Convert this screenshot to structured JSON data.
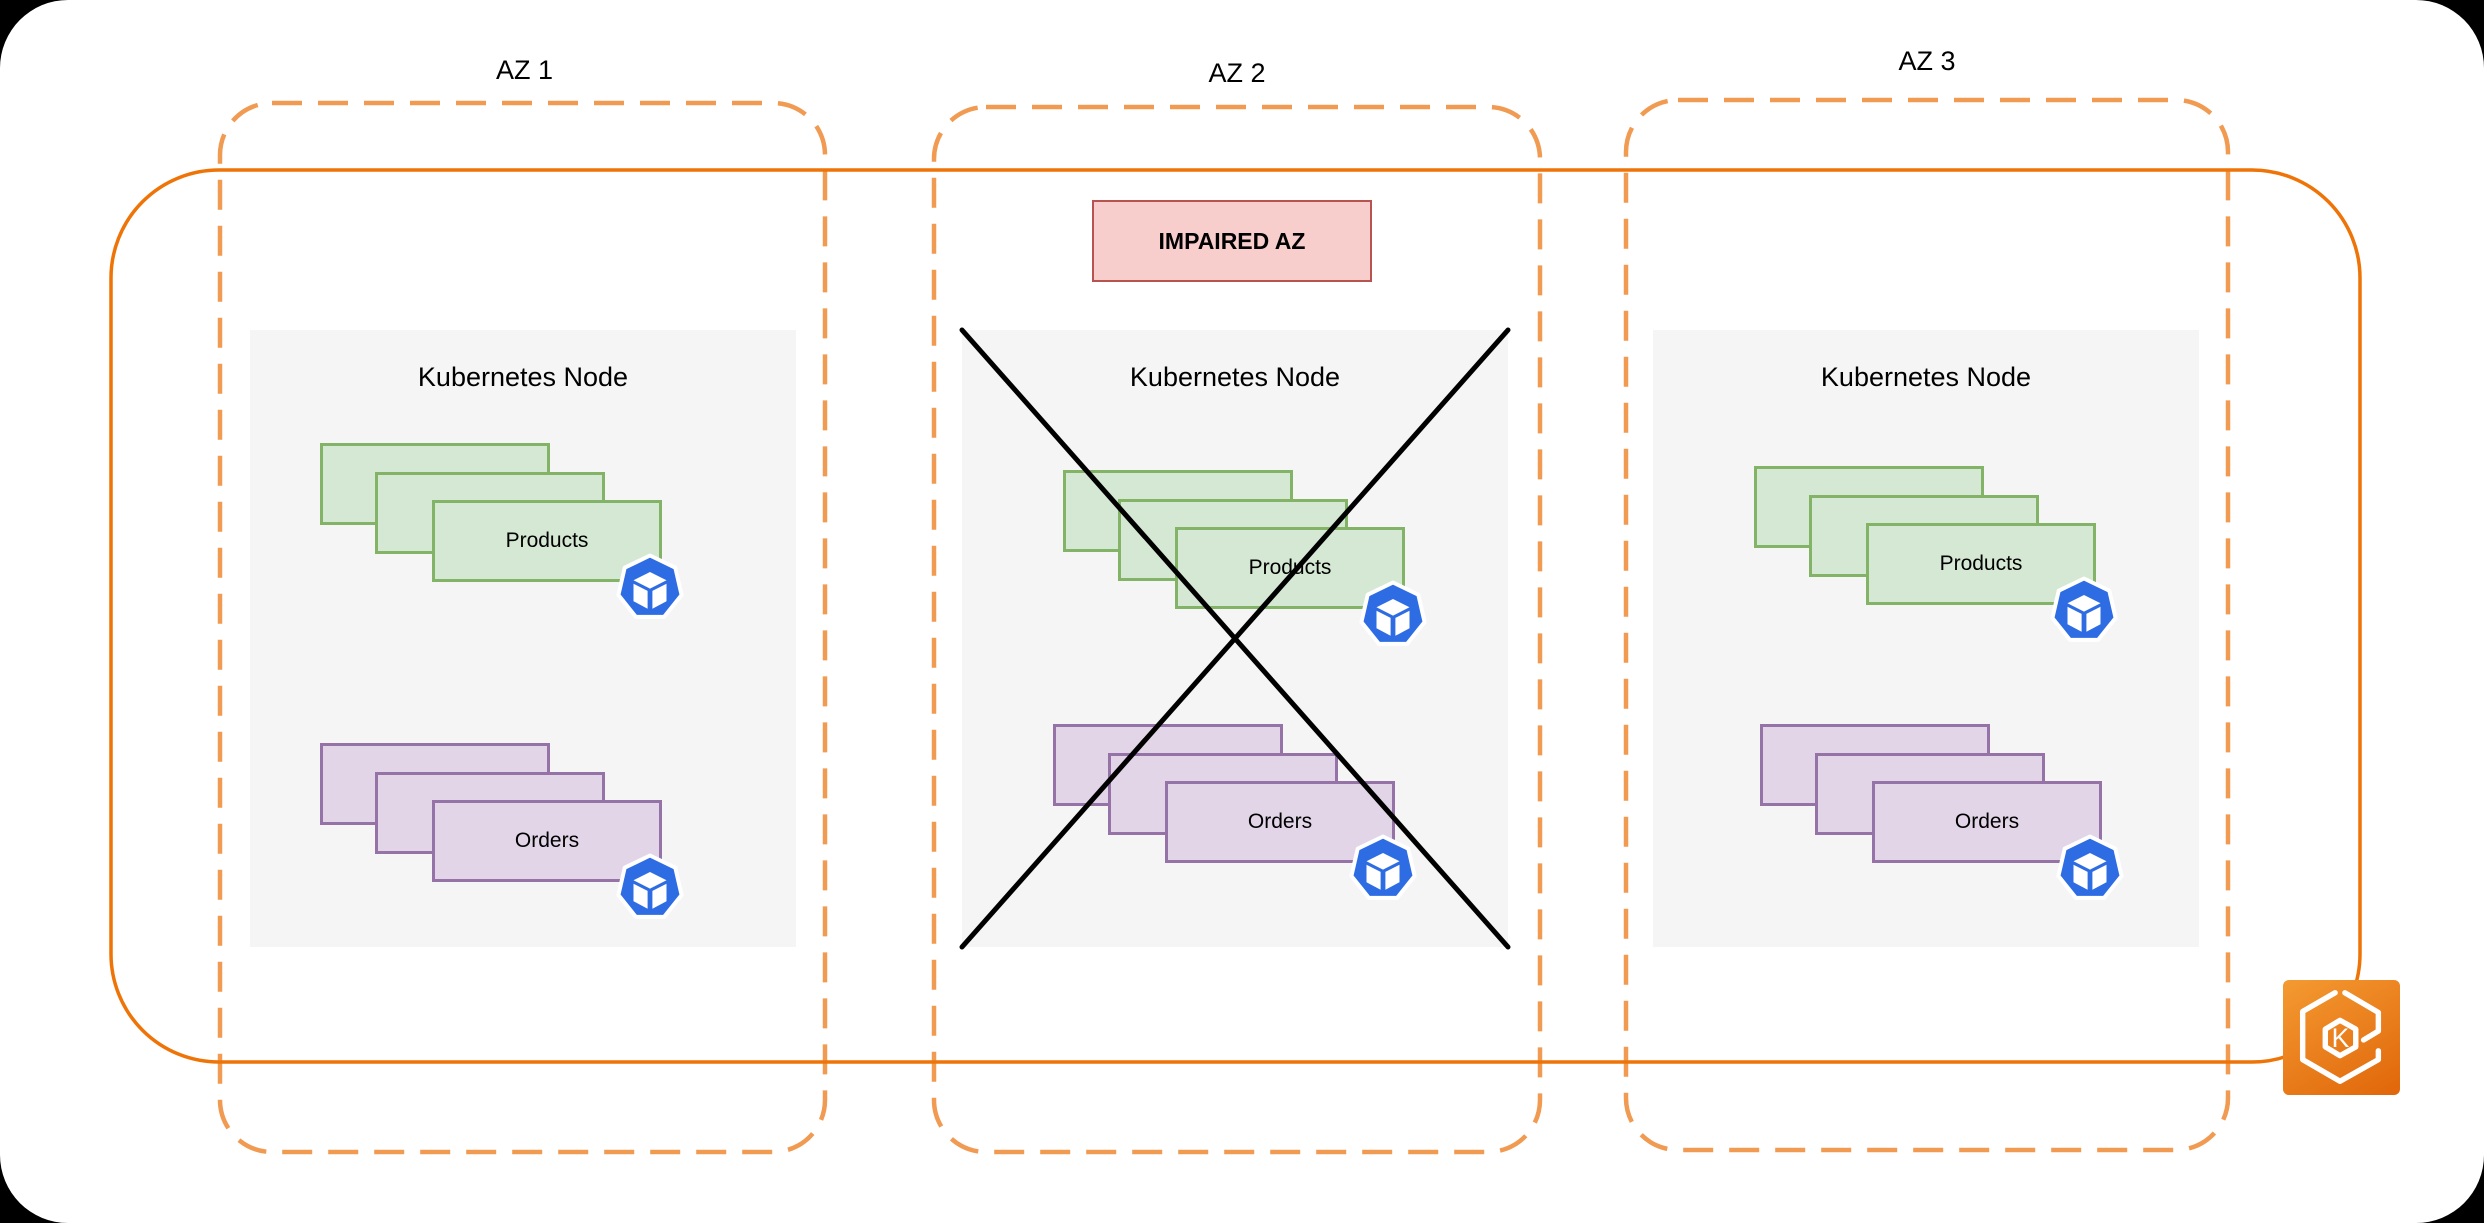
{
  "azs": [
    {
      "label": "AZ 1",
      "impaired": false,
      "node": {
        "title": "Kubernetes Node",
        "pods": [
          {
            "name": "Products",
            "color": "#d5e8d4",
            "replicas": 3
          },
          {
            "name": "Orders",
            "color": "#e1d5e7",
            "replicas": 3
          }
        ]
      }
    },
    {
      "label": "AZ 2",
      "impaired": true,
      "badge": "IMPAIRED AZ",
      "node": {
        "title": "Kubernetes Node",
        "pods": [
          {
            "name": "Products",
            "color": "#d5e8d4",
            "replicas": 3
          },
          {
            "name": "Orders",
            "color": "#e1d5e7",
            "replicas": 3
          }
        ]
      }
    },
    {
      "label": "AZ 3",
      "impaired": false,
      "node": {
        "title": "Kubernetes Node",
        "pods": [
          {
            "name": "Products",
            "color": "#d5e8d4",
            "replicas": 3
          },
          {
            "name": "Orders",
            "color": "#e1d5e7",
            "replicas": 3
          }
        ]
      }
    }
  ],
  "icons": {
    "pod": "kubernetes-pod-icon",
    "eks": "amazon-eks-icon",
    "eks_letter": "K"
  },
  "colors": {
    "page_bg": "#000000",
    "surface": "#ffffff",
    "text_color": "#000000",
    "cluster_border": "#ee7408",
    "az_border": "#f19a52",
    "node_bg": "#f5f5f5",
    "pod_green_fill": "#d5e8d4",
    "pod_green_border": "#82b366",
    "pod_purple_fill": "#e1d5e7",
    "pod_purple_border": "#9673a6",
    "badge_fill": "#f8cecc",
    "badge_border": "#b85450",
    "pod_icon_blue": "#2e6ce4",
    "cross_color": "#000000",
    "eks_grad_1": "#f49a31",
    "eks_grad_2": "#e0660a"
  }
}
